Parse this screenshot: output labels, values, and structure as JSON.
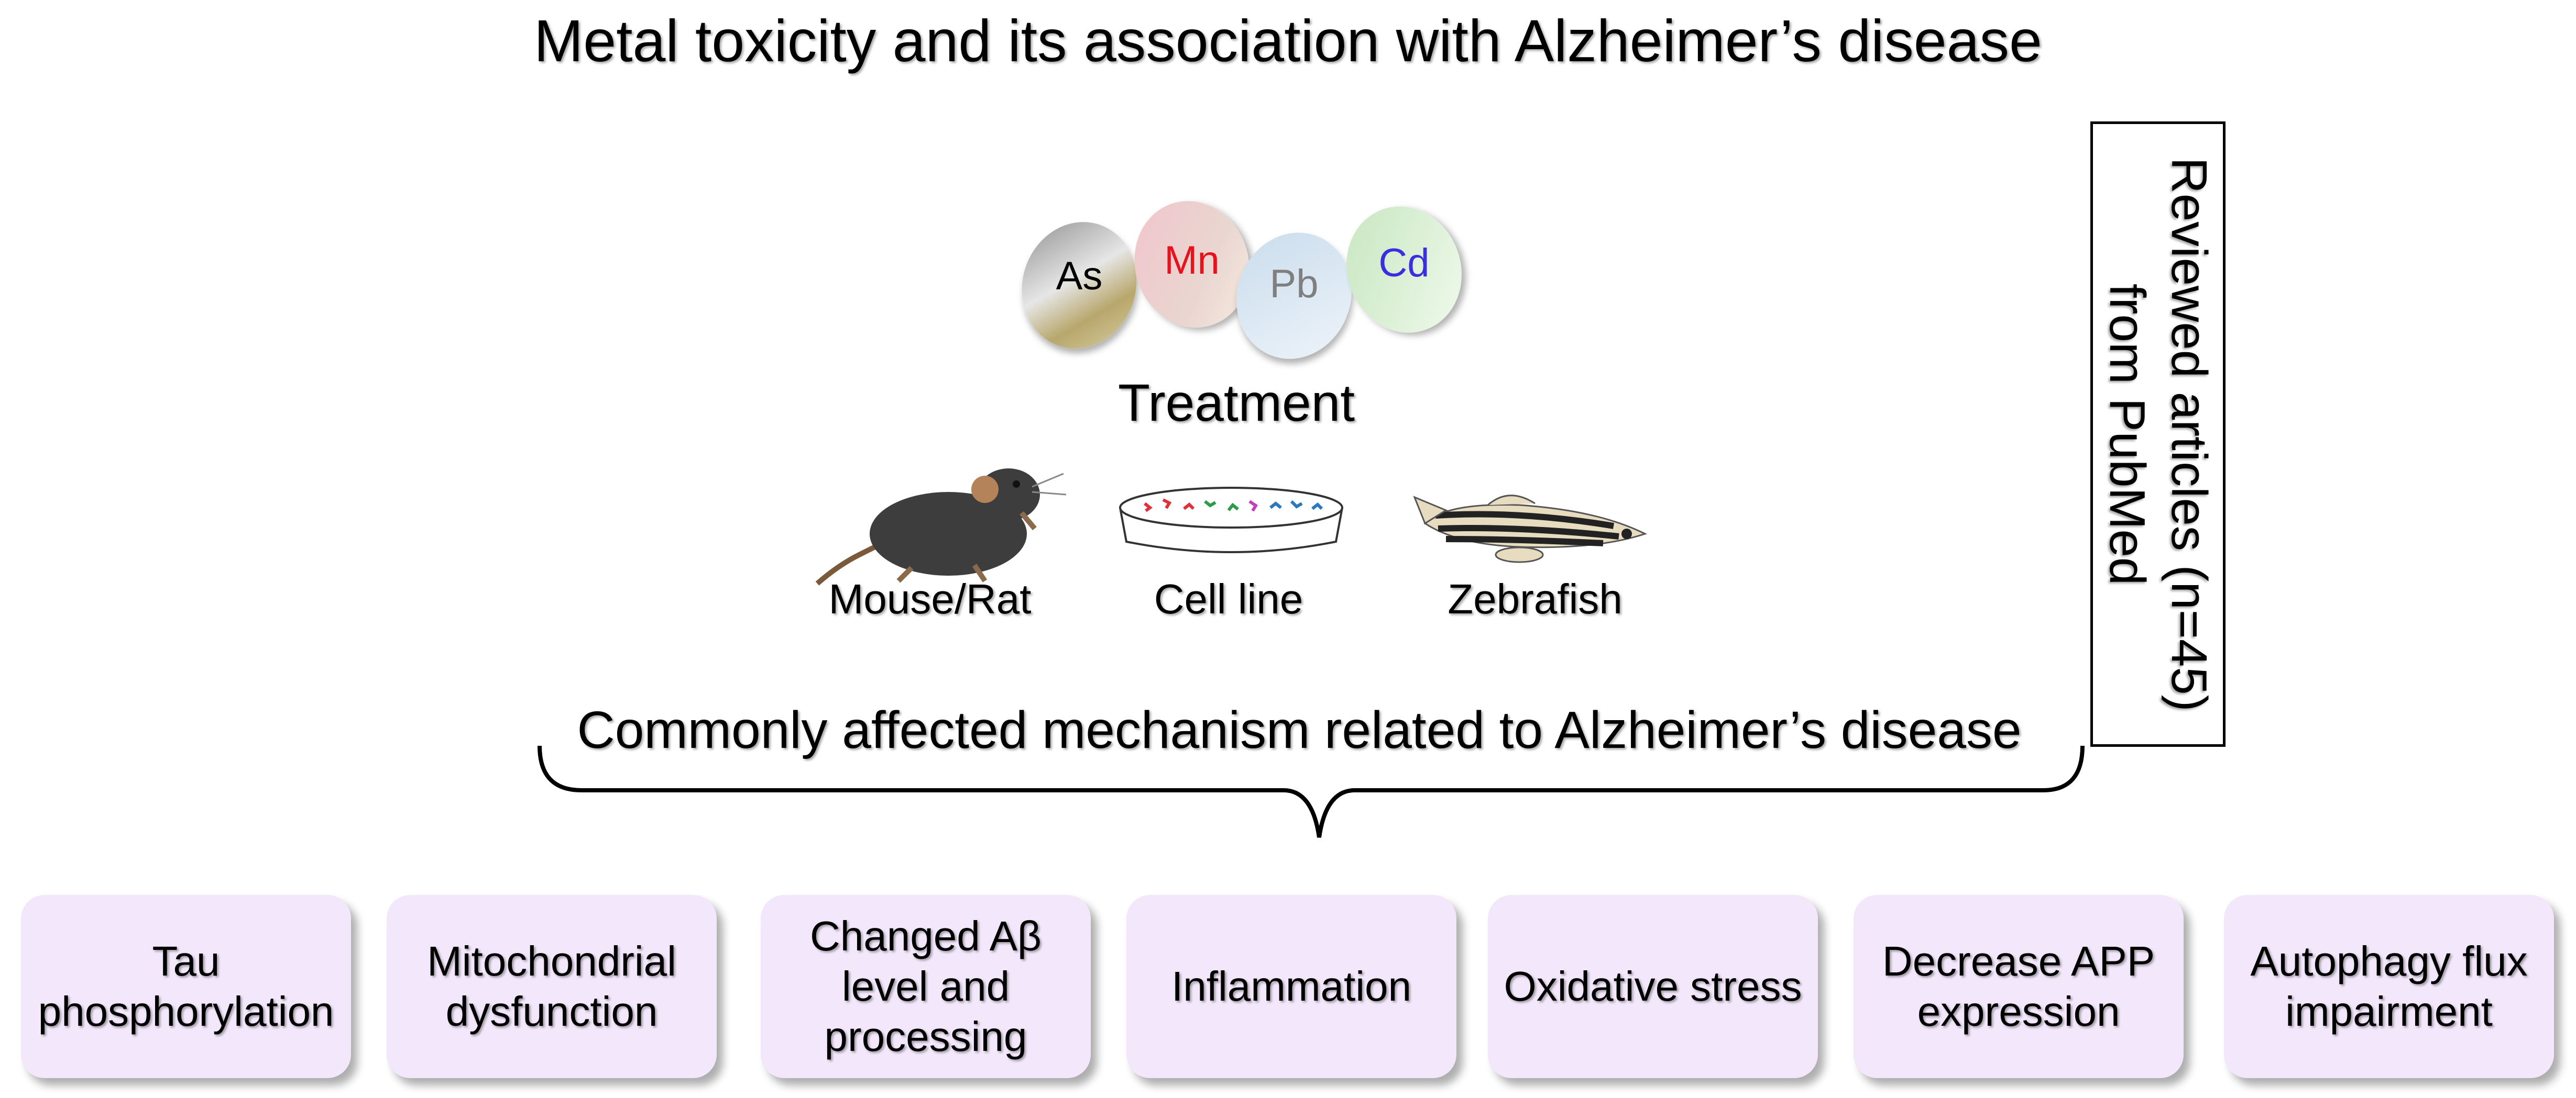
{
  "title": "Metal toxicity and its association with Alzheimer’s disease",
  "metals": [
    {
      "symbol": "As",
      "color": "#000000"
    },
    {
      "symbol": "Mn",
      "color": "#e8121c"
    },
    {
      "symbol": "Pb",
      "color": "#7f7f7f"
    },
    {
      "symbol": "Cd",
      "color": "#3a2ee0"
    }
  ],
  "treatment_label": "Treatment",
  "models": [
    {
      "label": "Mouse/Rat",
      "icon": "mouse-icon"
    },
    {
      "label": "Cell line",
      "icon": "petri-dish-icon"
    },
    {
      "label": "Zebrafish",
      "icon": "zebrafish-icon"
    }
  ],
  "mechanism_heading": "Commonly affected mechanism related to Alzheimer’s disease",
  "source_box": {
    "line1": "Reviewed articles (n=45)",
    "line2": "from PubMed"
  },
  "mechanisms": [
    {
      "line1": "Tau",
      "line2": "phosphorylation",
      "line3": ""
    },
    {
      "line1": "Mitochondrial",
      "line2": "dysfunction",
      "line3": ""
    },
    {
      "line1": "Changed Aβ",
      "line2": "level and",
      "line3": "processing"
    },
    {
      "line1": "Inflammation",
      "line2": "",
      "line3": ""
    },
    {
      "line1": "Oxidative stress",
      "line2": "",
      "line3": ""
    },
    {
      "line1": "Decrease APP",
      "line2": "expression",
      "line3": ""
    },
    {
      "line1": "Autophagy flux",
      "line2": "impairment",
      "line3": ""
    }
  ],
  "colors": {
    "card_fill": "#f3e8fb",
    "metal_as": "#a39a7a",
    "metal_mn": "#ecc2c8",
    "metal_pb": "#d4e3ef",
    "metal_cd": "#cfe9c8"
  }
}
